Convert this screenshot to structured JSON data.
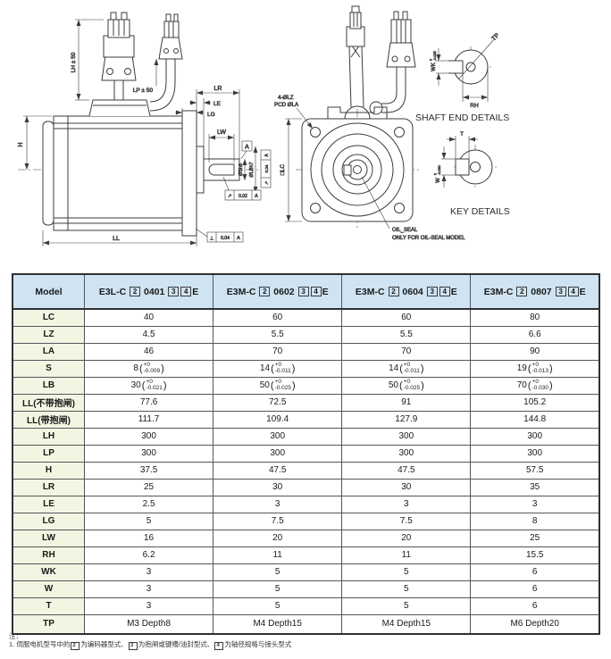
{
  "drawing": {
    "side": {
      "h": "H",
      "ll": "LL",
      "lh": "LH ± 50",
      "lp": "LP ± 50",
      "lr": "LR",
      "le": "LE",
      "lg": "LG",
      "lw": "LW",
      "shaft_dia": "ØSh6",
      "pilot_dia": "ØLBh7",
      "datum": "A",
      "runout_sym": "↗",
      "runout_val": "0.02",
      "axial_sym": "↗",
      "axial_val": "0.04",
      "perp_sym": "⊥",
      "perp_val": "0.04"
    },
    "front": {
      "holes": "4-ØLZ",
      "pcd": "PCD ØLA",
      "lc": "□LC",
      "oil1": "OIL_SEAL",
      "oil2": "ONLY FOR OIL-SEAL MODEL"
    },
    "shaft_end": {
      "title": "SHAFT END DETAILS",
      "tp": "TP",
      "rh": "RH",
      "wk": "WK",
      "wk_top": "0",
      "wk_bot": "-0.025"
    },
    "key": {
      "title": "KEY DETAILS",
      "t": "T",
      "w": "W",
      "w_top": "0",
      "w_bot": "-0.030"
    }
  },
  "table": {
    "header": [
      {
        "text": "Model"
      },
      {
        "segments": [
          {
            "t": "E3L-C "
          },
          {
            "b": "2"
          },
          {
            "t": " 0401 "
          },
          {
            "b": "3"
          },
          {
            "b": "4"
          },
          {
            "t": "E"
          }
        ]
      },
      {
        "segments": [
          {
            "t": "E3M-C "
          },
          {
            "b": "2"
          },
          {
            "t": " 0602 "
          },
          {
            "b": "3"
          },
          {
            "b": "4"
          },
          {
            "t": "E"
          }
        ]
      },
      {
        "segments": [
          {
            "t": "E3M-C "
          },
          {
            "b": "2"
          },
          {
            "t": " 0604 "
          },
          {
            "b": "3"
          },
          {
            "b": "4"
          },
          {
            "t": "E"
          }
        ]
      },
      {
        "segments": [
          {
            "t": "E3M-C "
          },
          {
            "b": "2"
          },
          {
            "t": " 0807 "
          },
          {
            "b": "3"
          },
          {
            "b": "4"
          },
          {
            "t": "E"
          }
        ]
      }
    ],
    "rows": [
      {
        "label": "LC",
        "cells": [
          "40",
          "60",
          "60",
          "80"
        ]
      },
      {
        "label": "LZ",
        "cells": [
          "4.5",
          "5.5",
          "5.5",
          "6.6"
        ]
      },
      {
        "label": "LA",
        "cells": [
          "46",
          "70",
          "70",
          "90"
        ]
      },
      {
        "label": "S",
        "cells": [
          {
            "v": "8",
            "sup": "+0",
            "sub": "-0.009"
          },
          {
            "v": "14",
            "sup": "+0",
            "sub": "-0.011"
          },
          {
            "v": "14",
            "sup": "+0",
            "sub": "-0.011"
          },
          {
            "v": "19",
            "sup": "+0",
            "sub": "-0.013"
          }
        ]
      },
      {
        "label": "LB",
        "cells": [
          {
            "v": "30",
            "sup": "+0",
            "sub": "-0.021"
          },
          {
            "v": "50",
            "sup": "+0",
            "sub": "-0.025"
          },
          {
            "v": "50",
            "sup": "+0",
            "sub": "-0.025"
          },
          {
            "v": "70",
            "sup": "+0",
            "sub": "-0.030"
          }
        ]
      },
      {
        "label": "LL(不带抱闸)",
        "cells": [
          "77.6",
          "72.5",
          "91",
          "105.2"
        ]
      },
      {
        "label": "LL(带抱闸)",
        "cells": [
          "111.7",
          "109.4",
          "127.9",
          "144.8"
        ]
      },
      {
        "label": "LH",
        "cells": [
          "300",
          "300",
          "300",
          "300"
        ]
      },
      {
        "label": "LP",
        "cells": [
          "300",
          "300",
          "300",
          "300"
        ]
      },
      {
        "label": "H",
        "cells": [
          "37.5",
          "47.5",
          "47.5",
          "57.5"
        ]
      },
      {
        "label": "LR",
        "cells": [
          "25",
          "30",
          "30",
          "35"
        ]
      },
      {
        "label": "LE",
        "cells": [
          "2.5",
          "3",
          "3",
          "3"
        ]
      },
      {
        "label": "LG",
        "cells": [
          "5",
          "7.5",
          "7.5",
          "8"
        ]
      },
      {
        "label": "LW",
        "cells": [
          "16",
          "20",
          "20",
          "25"
        ]
      },
      {
        "label": "RH",
        "cells": [
          "6.2",
          "11",
          "11",
          "15.5"
        ]
      },
      {
        "label": "WK",
        "cells": [
          "3",
          "5",
          "5",
          "6"
        ]
      },
      {
        "label": "W",
        "cells": [
          "3",
          "5",
          "5",
          "6"
        ]
      },
      {
        "label": "T",
        "cells": [
          "3",
          "5",
          "5",
          "6"
        ]
      },
      {
        "label": "TP",
        "cells": [
          "M3 Depth8",
          "M4 Depth15",
          "M4 Depth15",
          "M6 Depth20"
        ]
      }
    ]
  },
  "note": {
    "title": "注：",
    "line1": [
      {
        "t": "1. 伺服电机型号中的"
      },
      {
        "b": "2"
      },
      {
        "t": "为编码器型式、"
      },
      {
        "b": "3"
      },
      {
        "t": "为抱闸或键槽/油封型式、"
      },
      {
        "b": "4"
      },
      {
        "t": "为轴径规格与接头型式"
      }
    ]
  }
}
